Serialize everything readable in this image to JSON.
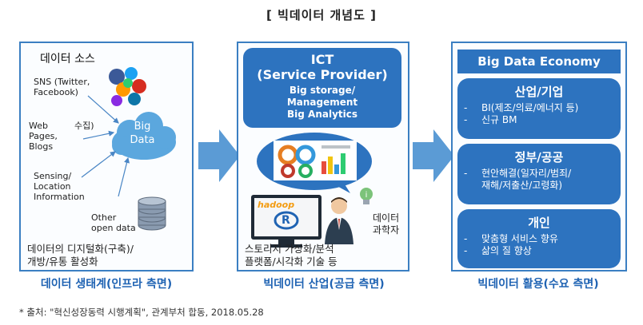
{
  "title": "[ 빅데이터 개념도 ]",
  "left": {
    "heading": "데이터 소스",
    "sources": {
      "sns": [
        "SNS (Twitter,",
        "Facebook)"
      ],
      "web": [
        "Web",
        "Pages,",
        "Blogs"
      ],
      "collect": "수집)",
      "sensing": [
        "Sensing/",
        "Location",
        "Information"
      ],
      "other": [
        "Other",
        "open data"
      ]
    },
    "cloud": [
      "Big",
      "Data"
    ],
    "bottom_text": [
      "데이터의 디지털화(구축)/",
      "개방/유통 활성화"
    ],
    "caption": "데이터 생태계(인프라 측면)"
  },
  "middle": {
    "box_title": [
      "ICT",
      "(Service Provider)"
    ],
    "box_items": [
      "Big storage/",
      "Management",
      "Big Analytics"
    ],
    "hadoop_label": "hadoop",
    "r_label": "R",
    "scientist": [
      "데이터",
      "과학자"
    ],
    "bottom_text": [
      "스토리지 가상화/분석",
      "플랫폼/시각화 기술 등"
    ],
    "caption": "빅데이터 산업(공급 측면)"
  },
  "right": {
    "header": "Big Data Economy",
    "boxes": [
      {
        "head": "산업/기업",
        "items": [
          "BI(제조/의료/에너지 등)",
          "신규 BM"
        ]
      },
      {
        "head": "정부/공공",
        "items": [
          "현안해결(일자리/범죄/",
          "재해/저출산/고령화)"
        ]
      },
      {
        "head": "개인",
        "items": [
          "맞춤형 서비스 향유",
          "삶의 질 향상"
        ]
      }
    ],
    "caption": "빅데이터 활용(수요 측면)"
  },
  "source_note": "* 출처: \"혁신성장동력 시행계획\", 관계부처 합동, 2018.05.28",
  "colors": {
    "blue": "#2d73bf",
    "caption_blue": "#1f63b3",
    "arrow": "#5b9bd5",
    "border": "#3b7fc2"
  }
}
